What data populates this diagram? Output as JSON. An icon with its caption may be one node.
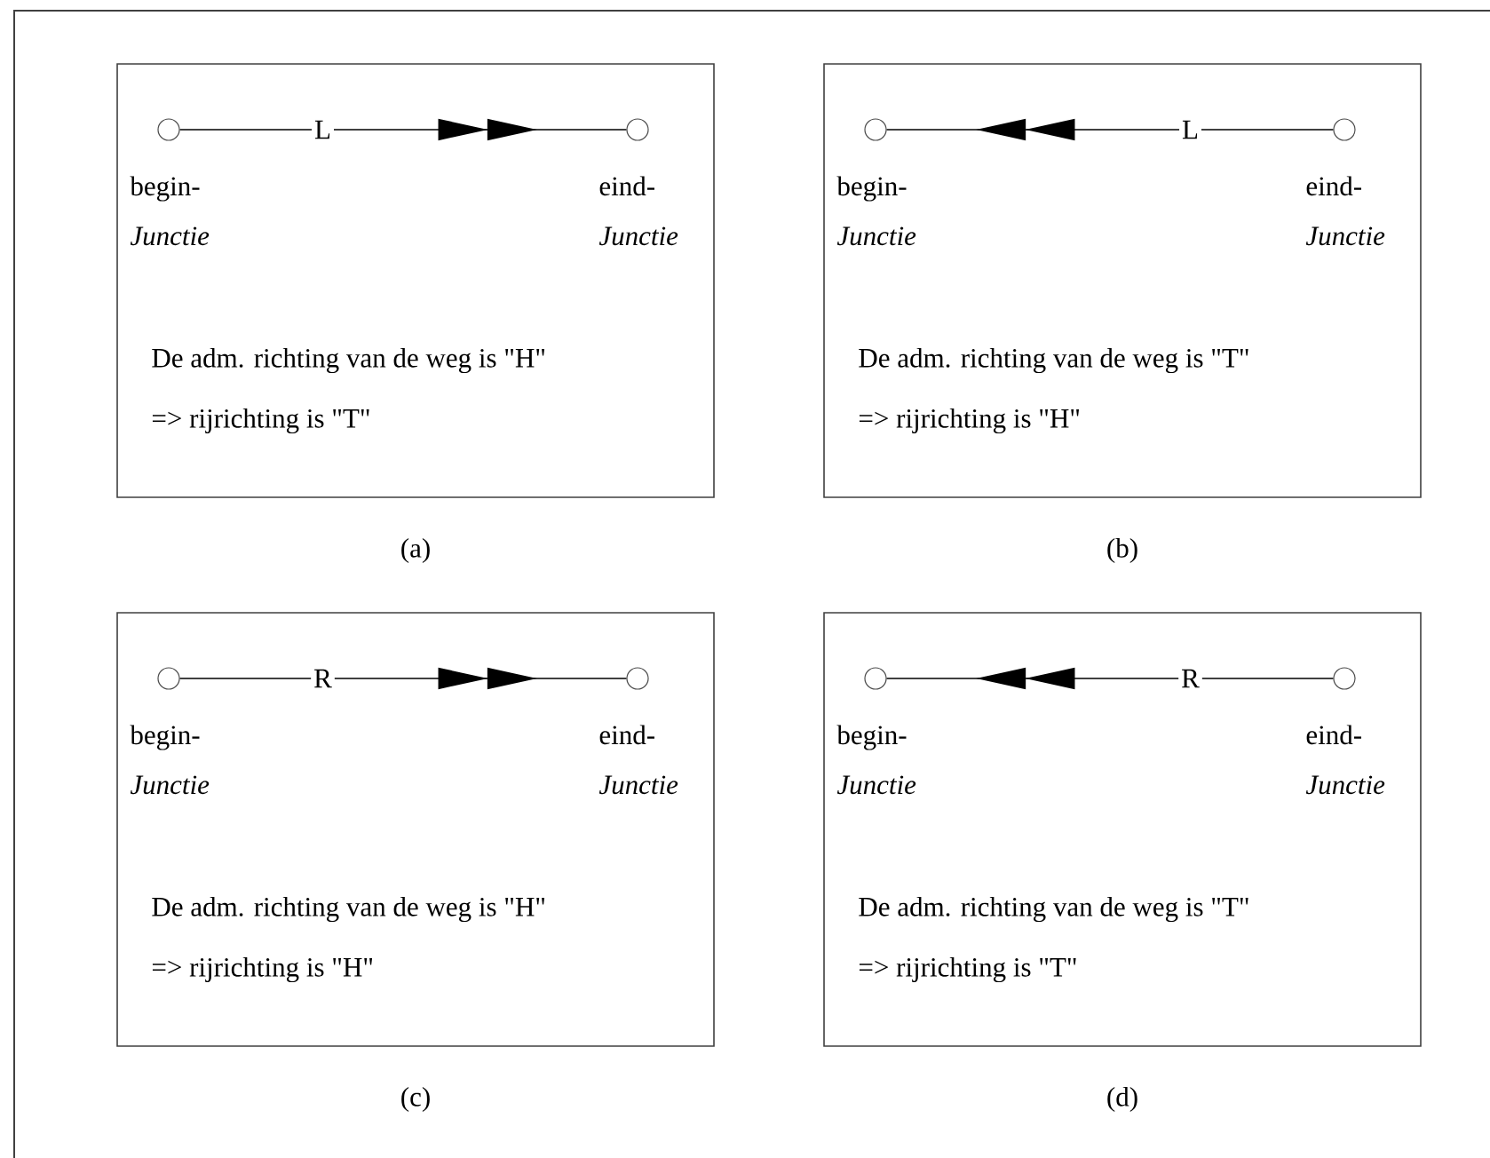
{
  "diagram": {
    "nodes": [
      {
        "text": [
          "De adm. richting van de weg is \"H\"",
          "=>  rijrichting is \"T\""
        ],
        "beside": [
          "(a)"
        ]
      },
      {
        "text": [],
        "shape": "circle",
        "in": 0,
        "beside": [
          "begin- *Junctie*"
        ]
      },
      {
        "text": [],
        "shape": "circle",
        "in": 0,
        "beside": [
          "eind- *Junctie*"
        ]
      },
      {
        "text": [
          "De adm. richting van de weg is \"T\"",
          "=> rijrichting is \"H\""
        ],
        "beside": [
          "(b)"
        ]
      },
      {
        "text": [],
        "shape": "circle",
        "in": 3,
        "beside": [
          "begin- *Junctie*"
        ]
      },
      {
        "text": [],
        "shape": "circle",
        "in": 3,
        "beside": [
          "eind- *Junctie*"
        ]
      },
      {
        "text": [
          "De adm. richting van de weg is \"H\"",
          "=>  rijrichting is \"H\""
        ],
        "beside": [
          "(c)"
        ]
      },
      {
        "text": [],
        "shape": "circle",
        "in": 6,
        "beside": [
          "begin- *Junctie*"
        ]
      },
      {
        "text": [],
        "shape": "circle",
        "in": 6,
        "beside": [
          "eind- *Junctie*"
        ]
      },
      {
        "text": [
          "De adm. richting van de weg is \"T\"",
          "=> rijrichting is \"T\""
        ],
        "beside": [
          "(d)"
        ]
      },
      {
        "text": [],
        "shape": "circle",
        "in": 9,
        "beside": [
          "begin- *Junctie*"
        ]
      },
      {
        "text": [],
        "shape": "circle",
        "in": 9,
        "beside": [
          "eind- *Junctie*"
        ]
      }
    ],
    "edges": [
      {
        "from": 1,
        "to": 2,
        "arrow": "to",
        "label": "L"
      },
      {
        "from": 5,
        "to": 4,
        "arrow": "to",
        "label": "L"
      },
      {
        "from": 7,
        "to": 8,
        "arrow": "to",
        "label": "R"
      },
      {
        "from": 11,
        "to": 10,
        "arrow": "to",
        "label": "R"
      }
    ]
  }
}
